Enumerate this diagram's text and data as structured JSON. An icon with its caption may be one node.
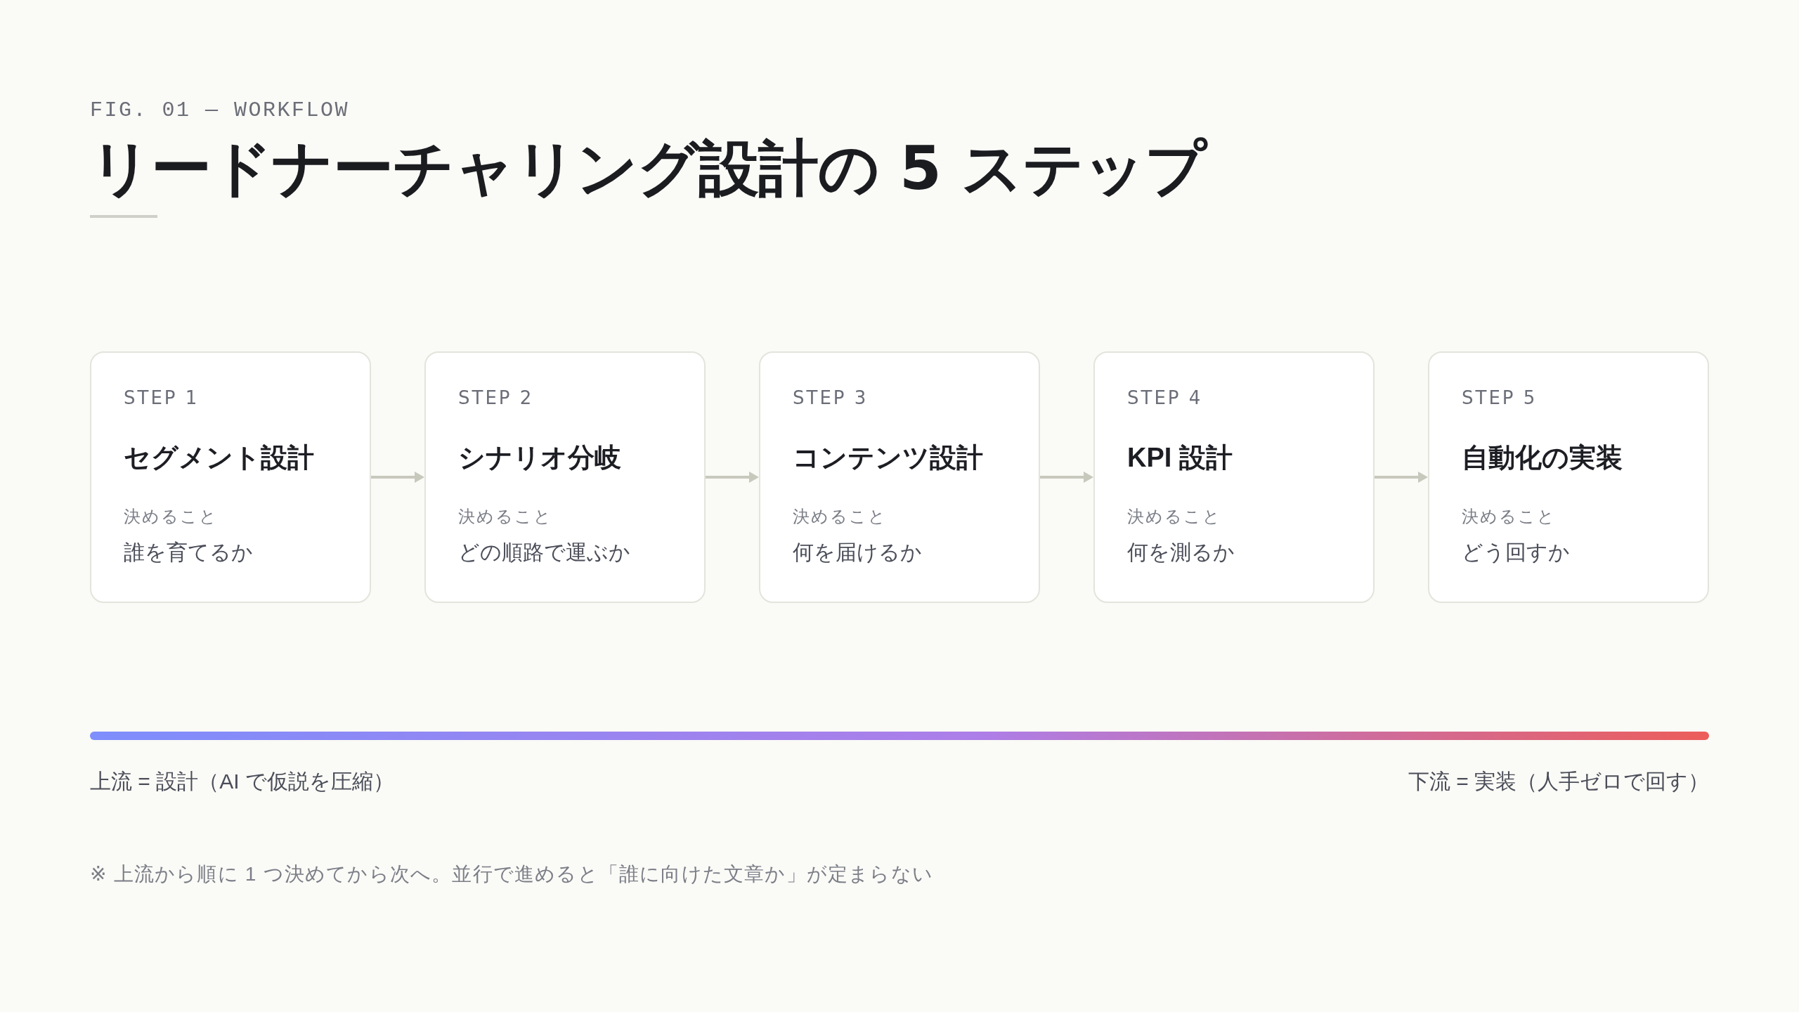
{
  "diagram": {
    "title": "リードナーチャリング設計の 5 ステップ",
    "nodes": [
      {
        "text": [
          "STEP 1",
          "セグメント設計",
          "決めること",
          "誰を育てるか"
        ]
      },
      {
        "text": [
          "STEP 2",
          "シナリオ分岐",
          "決めること",
          "どの順路で運ぶか"
        ]
      },
      {
        "text": [
          "STEP 3",
          "コンテンツ設計",
          "決めること",
          "何を届けるか"
        ]
      },
      {
        "text": [
          "STEP 4",
          "KPI 設計",
          "決めること",
          "何を測るか"
        ]
      },
      {
        "text": [
          "STEP 5",
          "自動化の実装",
          "決めること",
          "どう回すか"
        ]
      }
    ],
    "edges": [
      {
        "from": 0,
        "to": 1,
        "arrow": "to"
      },
      {
        "from": 1,
        "to": 2,
        "arrow": "to"
      },
      {
        "from": 2,
        "to": 3,
        "arrow": "to"
      },
      {
        "from": 3,
        "to": 4,
        "arrow": "to"
      }
    ],
    "labels": [
      "FIG. 01 — WORKFLOW",
      "上流 = 設計（AI で仮説を圧縮）",
      "下流 = 実装（人手ゼロで回す）",
      "※ 上流から順に 1 つ決めてから次へ。並行で進めると「誰に向けた文章か」が定まらない"
    ]
  }
}
